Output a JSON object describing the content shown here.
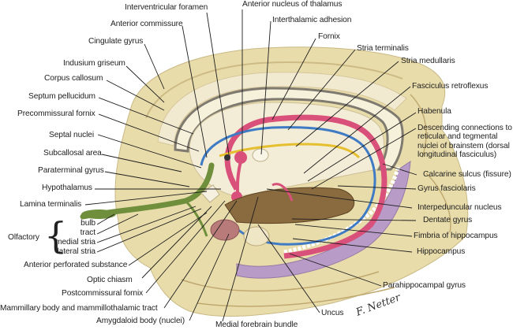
{
  "figure": {
    "title": "Limbic system (medial view, hippocampal formation and fornix)",
    "signature": "F. Netter",
    "colors": {
      "cortex": "#e8ddae",
      "corpus_callosum": "#f3efd6",
      "fornix": "#d9507a",
      "stria_terminalis": "#3f7bc4",
      "stria_medullaris": "#e6bf2e",
      "olfactory": "#6f8f3c",
      "hippocampus": "#a888c4",
      "amygdala": "#b97a7a",
      "brainstem": "#7a5a33",
      "leader_line": "#1e1e1e"
    }
  },
  "labels_top": [
    {
      "id": "interventricular-foramen",
      "text": "Interventricular foramen"
    },
    {
      "id": "anterior-nucleus-of-thalamus",
      "text": "Anterior nucleus of thalamus"
    },
    {
      "id": "anterior-commissure",
      "text": "Anterior commissure"
    },
    {
      "id": "interthalamic-adhesion",
      "text": "Interthalamic adhesion"
    },
    {
      "id": "fornix",
      "text": "Fornix"
    }
  ],
  "labels_left": [
    {
      "id": "cingulate-gyrus",
      "text": "Cingulate gyrus"
    },
    {
      "id": "indusium-griseum",
      "text": "Indusium griseum"
    },
    {
      "id": "corpus-callosum",
      "text": "Corpus callosum"
    },
    {
      "id": "septum-pellucidum",
      "text": "Septum pellucidum"
    },
    {
      "id": "precommissural-fornix",
      "text": "Precommissural fornix"
    },
    {
      "id": "septal-nuclei",
      "text": "Septal nuclei"
    },
    {
      "id": "subcallosal-area",
      "text": "Subcallosal area"
    },
    {
      "id": "paraterminal-gyrus",
      "text": "Paraterminal gyrus"
    },
    {
      "id": "hypothalamus",
      "text": "Hypothalamus"
    },
    {
      "id": "lamina-terminalis",
      "text": "Lamina terminalis"
    }
  ],
  "olfactory": {
    "group_label": "Olfactory",
    "items": [
      {
        "id": "bulb",
        "text": "bulb"
      },
      {
        "id": "tract",
        "text": "tract"
      },
      {
        "id": "medial-stria",
        "text": "medial stria"
      },
      {
        "id": "lateral-stria",
        "text": "lateral stria"
      }
    ]
  },
  "labels_bottom_left": [
    {
      "id": "anterior-perforated-substance",
      "text": "Anterior perforated substance"
    },
    {
      "id": "optic-chiasm",
      "text": "Optic chiasm"
    },
    {
      "id": "postcommissural-fornix",
      "text": "Postcommissural fornix"
    },
    {
      "id": "mammillary-body",
      "text": "Mammillary body and mammillothalamic tract"
    },
    {
      "id": "amygdaloid-body",
      "text": "Amygdaloid body (nuclei)"
    },
    {
      "id": "medial-forebrain-bundle",
      "text": "Medial forebrain bundle"
    },
    {
      "id": "uncus",
      "text": "Uncus"
    }
  ],
  "labels_right": [
    {
      "id": "stria-terminalis",
      "text": "Stria terminalis"
    },
    {
      "id": "stria-medullaris",
      "text": "Stria medullaris"
    },
    {
      "id": "fasciculus-retroflexus",
      "text": "Fasciculus retroflexus"
    },
    {
      "id": "habenula",
      "text": "Habenula"
    },
    {
      "id": "descending-connections",
      "text": "Descending connections to reticular and tegmental nuclei of brainstem (dorsal longitudinal fasciculus)"
    },
    {
      "id": "calcarine-sulcus",
      "text": "Calcarine sulcus (fissure)"
    },
    {
      "id": "gyrus-fasciolaris",
      "text": "Gyrus fasciolaris"
    },
    {
      "id": "interpeduncular-nucleus",
      "text": "Interpeduncular nucleus"
    },
    {
      "id": "dentate-gyrus",
      "text": "Dentate gyrus"
    },
    {
      "id": "fimbria-of-hippocampus",
      "text": "Fimbria of hippocampus"
    },
    {
      "id": "hippocampus",
      "text": "Hippocampus"
    },
    {
      "id": "parahippocampal-gyrus",
      "text": "Parahippocampal gyrus"
    }
  ]
}
